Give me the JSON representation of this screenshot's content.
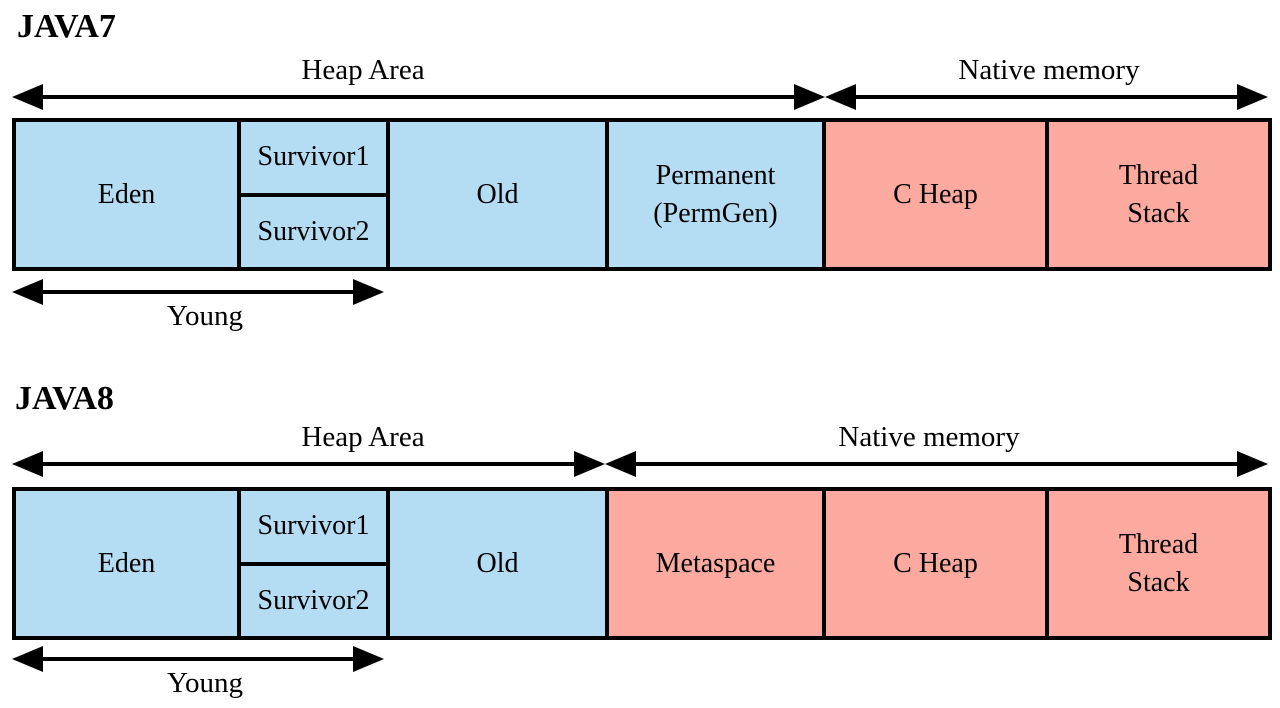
{
  "diagram": {
    "java7": {
      "title": "JAVA7",
      "heap_area_label": "Heap Area",
      "native_memory_label": "Native memory",
      "young_label": "Young",
      "boxes": {
        "eden": "Eden",
        "survivor1": "Survivor1",
        "survivor2": "Survivor2",
        "old": "Old",
        "permanent_line1": "Permanent",
        "permanent_line2": "(PermGen)",
        "c_heap": "C Heap",
        "thread_stack_line1": "Thread",
        "thread_stack_line2": "Stack"
      }
    },
    "java8": {
      "title": "JAVA8",
      "heap_area_label": "Heap Area",
      "native_memory_label": "Native memory",
      "young_label": "Young",
      "boxes": {
        "eden": "Eden",
        "survivor1": "Survivor1",
        "survivor2": "Survivor2",
        "old": "Old",
        "metaspace": "Metaspace",
        "c_heap": "C Heap",
        "thread_stack_line1": "Thread",
        "thread_stack_line2": "Stack"
      }
    },
    "colors": {
      "heap_region": "#B4DDF4",
      "native_region": "#FCA9A0",
      "outline": "#000000"
    }
  }
}
